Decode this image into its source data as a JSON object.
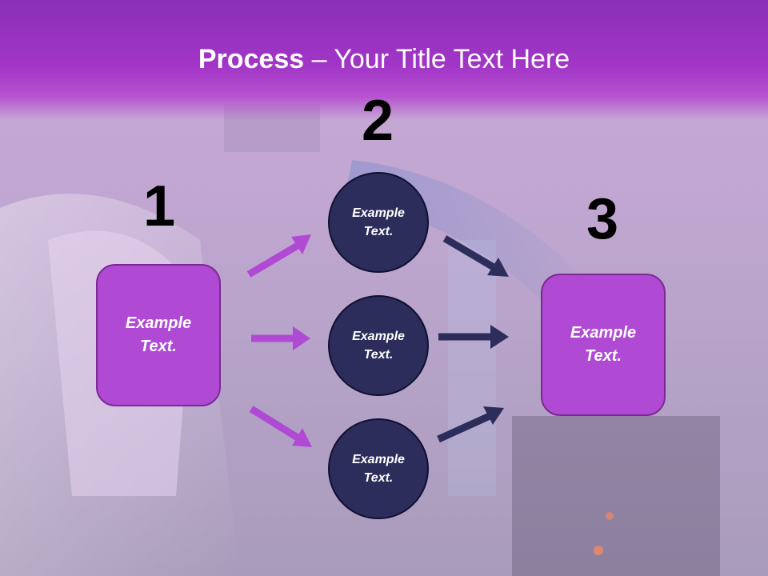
{
  "title": {
    "bold": "Process",
    "rest": " – Your Title Text Here"
  },
  "steps": {
    "one": "1",
    "two": "2",
    "three": "3"
  },
  "left_box": {
    "label": "Example\nText."
  },
  "circles": [
    {
      "label": "Example\nText."
    },
    {
      "label": "Example\nText."
    },
    {
      "label": "Example\nText."
    }
  ],
  "right_box": {
    "label": "Example\nText."
  },
  "colors": {
    "header": "#a235c7",
    "box": "#b04ad5",
    "circle": "#2c2d5b",
    "arrow_left": "#b04ad5",
    "arrow_right": "#2c2d5b"
  }
}
